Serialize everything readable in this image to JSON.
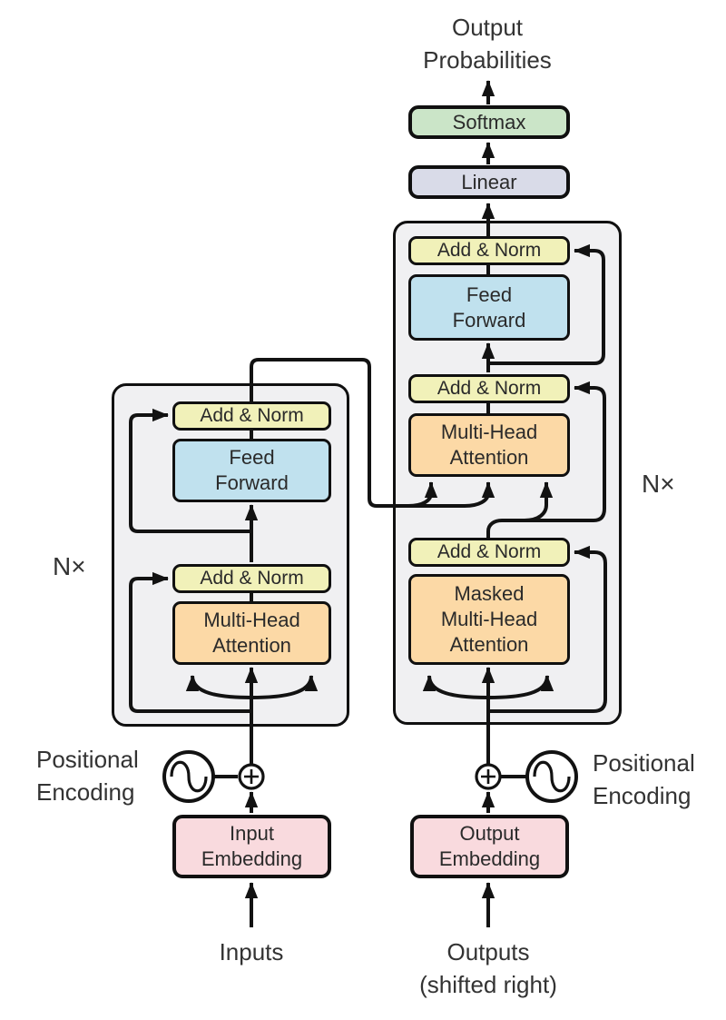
{
  "colors": {
    "box_border": "#101010",
    "line_color": "#121212",
    "text_color": "#262626",
    "container_fill": "#f0f0f2",
    "add_norm_fill": "#f1f1b9",
    "feed_forward_fill": "#c0e1ee",
    "attention_fill": "#fcd9a6",
    "embedding_fill": "#f9dade",
    "softmax_fill": "#cbe5c8",
    "linear_fill": "#d9dbe8"
  },
  "output": {
    "line1": "Output",
    "line2": "Probabilities"
  },
  "softmax_label": "Softmax",
  "linear_label": "Linear",
  "add_norm_label": "Add & Norm",
  "feed_forward": {
    "line1": "Feed",
    "line2": "Forward"
  },
  "multi_head_attention": {
    "line1": "Multi-Head",
    "line2": "Attention"
  },
  "masked_multi_head_attention": {
    "line1": "Masked",
    "line2": "Multi-Head",
    "line3": "Attention"
  },
  "input_embedding": {
    "line1": "Input",
    "line2": "Embedding"
  },
  "output_embedding": {
    "line1": "Output",
    "line2": "Embedding"
  },
  "positional_encoding": {
    "line1": "Positional",
    "line2": "Encoding"
  },
  "inputs_label": "Inputs",
  "outputs_label": {
    "line1": "Outputs",
    "line2": "(shifted right)"
  },
  "repeat_label": "N×"
}
